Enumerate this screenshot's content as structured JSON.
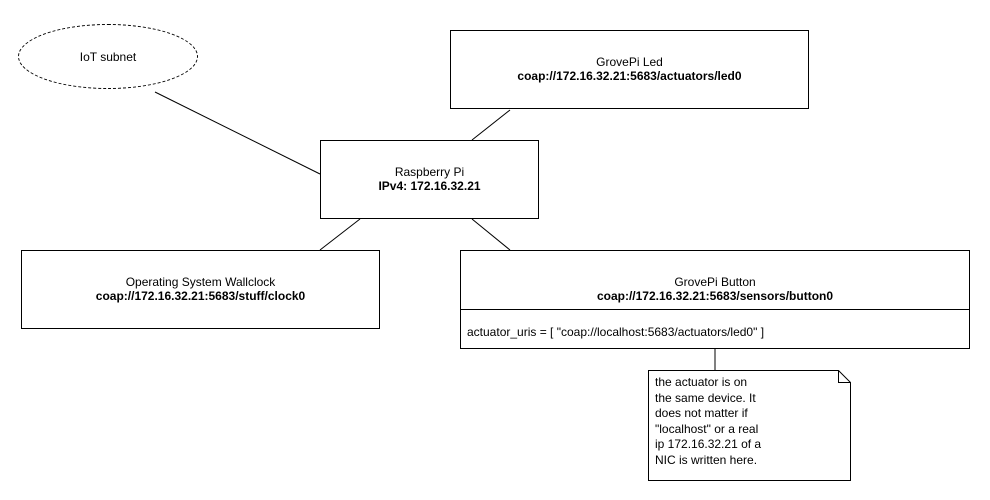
{
  "cloud": {
    "label": "IoT subnet"
  },
  "led": {
    "title": "GrovePi Led",
    "uri": "coap://172.16.32.21:5683/actuators/led0"
  },
  "pi": {
    "title": "Raspberry Pi",
    "address": "IPv4: 172.16.32.21"
  },
  "clock": {
    "title": "Operating System Wallclock",
    "uri": "coap://172.16.32.21:5683/stuff/clock0"
  },
  "button": {
    "title": "GrovePi Button",
    "uri": "coap://172.16.32.21:5683/sensors/button0",
    "attribute": "actuator_uris = [ \"coap://localhost:5683/actuators/led0\" ]"
  },
  "note": {
    "text": "the actuator is on\nthe same device. It\ndoes not matter if\n\"localhost\" or a real\nip 172.16.32.21 of a\nNIC is written here."
  },
  "colors": {
    "line": "#000000",
    "background": "#ffffff"
  }
}
